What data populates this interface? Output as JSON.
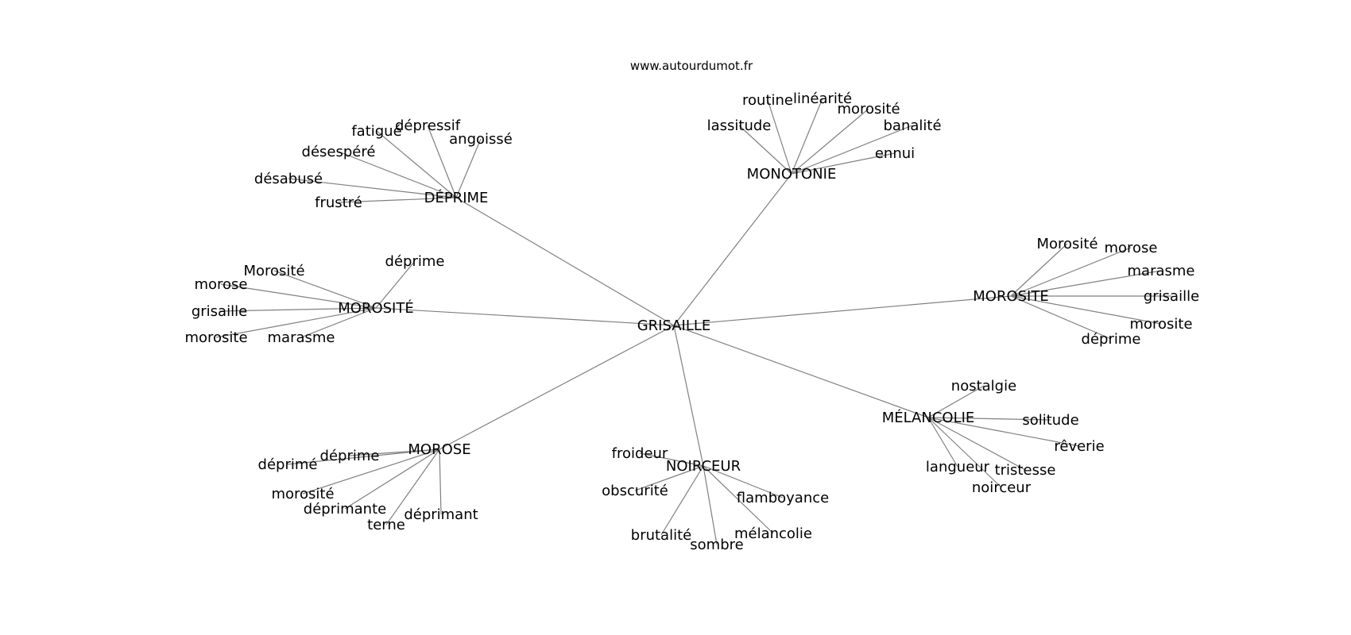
{
  "source_label": "www.autourdumot.fr",
  "root": "GRISAILLE",
  "clusters": [
    {
      "id": "depriime",
      "label": "DÉPRIME",
      "leaves": [
        "fatigué",
        "dépressif",
        "angoissé",
        "désespéré",
        "désabusé",
        "frustré"
      ]
    },
    {
      "id": "monotonie",
      "label": "MONOTONIE",
      "leaves": [
        "routine",
        "linéarité",
        "morosité",
        "lassitude",
        "banalité",
        "ennui"
      ]
    },
    {
      "id": "morosite-left",
      "label": "MOROSITÉ",
      "leaves": [
        "déprime",
        "Morosité",
        "morose",
        "grisaille",
        "morosite",
        "marasme"
      ]
    },
    {
      "id": "morosite-right",
      "label": "MOROSITE",
      "leaves": [
        "Morosité",
        "morose",
        "marasme",
        "grisaille",
        "morosite",
        "déprime"
      ]
    },
    {
      "id": "melancolie",
      "label": "MÉLANCOLIE",
      "leaves": [
        "nostalgie",
        "solitude",
        "rêverie",
        "tristesse",
        "langueur",
        "noirceur"
      ]
    },
    {
      "id": "noirceur",
      "label": "NOIRCEUR",
      "leaves": [
        "froideur",
        "obscurité",
        "flamboyance",
        "brutalité",
        "sombre",
        "mélancolie"
      ]
    },
    {
      "id": "morose",
      "label": "MOROSE",
      "leaves": [
        "déprime",
        "déprimé",
        "morosité",
        "déprimante",
        "terne",
        "déprimant"
      ]
    }
  ]
}
